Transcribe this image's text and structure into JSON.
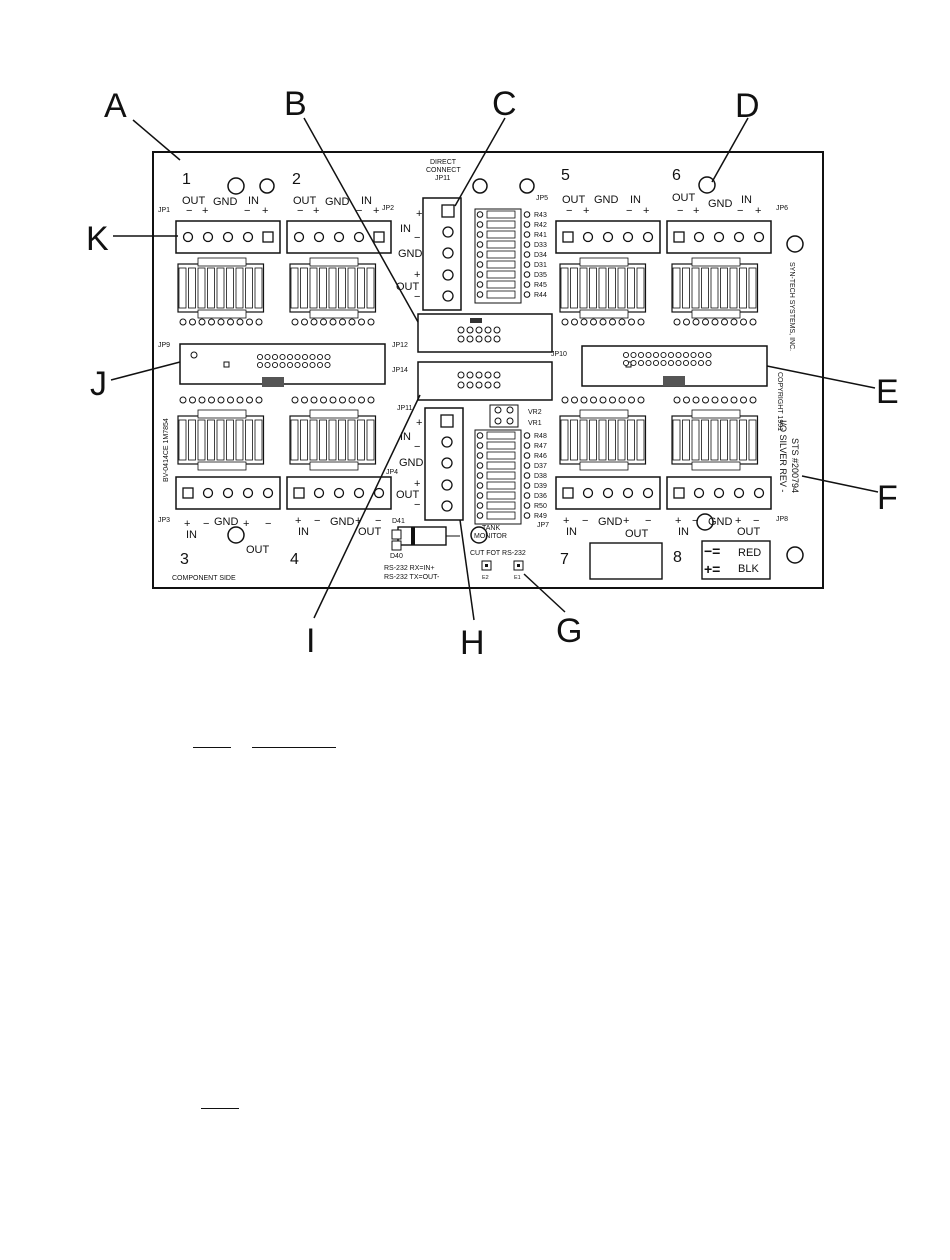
{
  "callouts": {
    "A": "A",
    "B": "B",
    "C": "C",
    "D": "D",
    "E": "E",
    "F": "F",
    "G": "G",
    "H": "H",
    "I": "I",
    "J": "J",
    "K": "K"
  },
  "channels": {
    "ch1": "1",
    "ch2": "2",
    "ch3": "3",
    "ch4": "4",
    "ch5": "5",
    "ch6": "6",
    "ch7": "7",
    "ch8": "8"
  },
  "connector_labels": {
    "out": "OUT",
    "gnd": "GND",
    "in": "IN",
    "plus": "+",
    "minus": "−"
  },
  "jumpers": {
    "jp1": "JP1",
    "jp2": "JP2",
    "jp3": "JP3",
    "jp4": "JP4",
    "jp5": "JP5",
    "jp6": "JP6",
    "jp7": "JP7",
    "jp8": "JP8",
    "jp9": "JP9",
    "jp10": "JP10",
    "jp11": "JP11",
    "jp12": "JP12",
    "jp14": "JP14"
  },
  "board_text": {
    "direct_connect_1": "DIRECT",
    "direct_connect_2": "CONNECT",
    "direct_connect_3": "JP11",
    "component_side": "COMPONENT SIDE",
    "tank_monitor_1": "TANK",
    "tank_monitor_2": "MONITOR",
    "cut_for_rs232": "CUT FOT RS-232",
    "rs232_line1": "RS-232 RX=IN+",
    "rs232_line2": "RS-232 TX=OUT-",
    "d40": "D40",
    "d41": "D41",
    "vr2": "VR2",
    "vr1": "VR1",
    "jumper_e1": "E1",
    "jumper_e2": "E2",
    "copyright": "COPYRIGHT 1991",
    "company": "SYN-TECH SYSTEMS, INC.",
    "silver_rev": "I/O SILVER REV -",
    "sts_number": "STS #200794",
    "model_left": "BV-0414CE 1M7854",
    "red": "RED",
    "blk": "BLK",
    "minus_eq": "−=",
    "plus_eq": "+="
  },
  "resistor_labels": {
    "r43": "R43",
    "r42": "R42",
    "r41": "R41",
    "d33": "D33",
    "d34": "D34",
    "d31": "D31",
    "d35": "D35",
    "r45": "R45",
    "r44": "R44",
    "r48": "R48",
    "r47": "R47",
    "r46": "R46",
    "d37": "D37",
    "d38": "D38",
    "d39": "D39",
    "d36": "D36",
    "r50": "R50",
    "r49": "R49"
  },
  "blanks": {
    "count": 3
  }
}
